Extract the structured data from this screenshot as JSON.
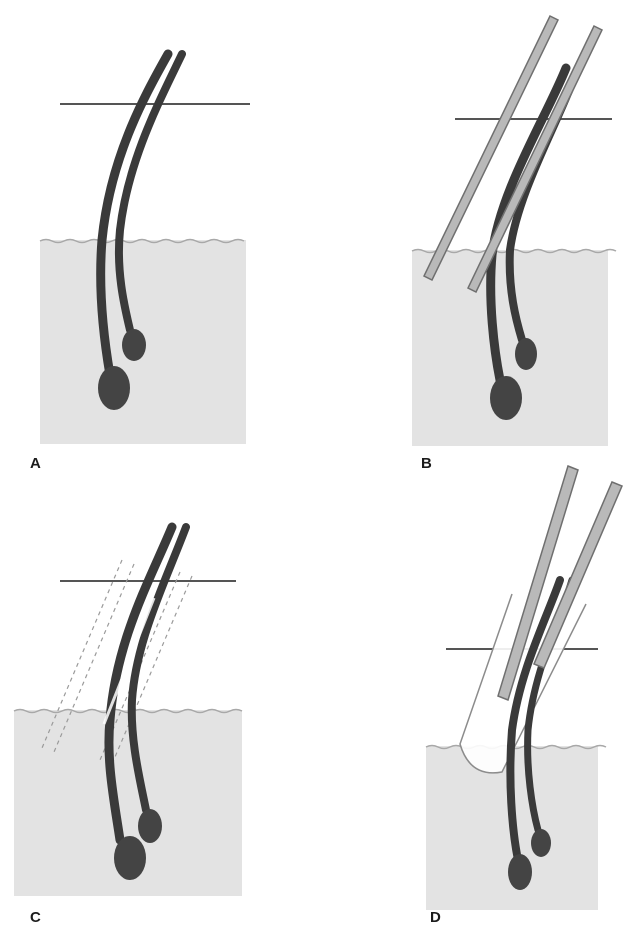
{
  "panels": [
    {
      "label": "A"
    },
    {
      "label": "B"
    },
    {
      "label": "C"
    },
    {
      "label": "D"
    }
  ],
  "colors": {
    "background": "#ffffff",
    "skin": "#e3e3e3",
    "skin_edge": "#a8a8a8",
    "hair_shaft": "#3a3a3a",
    "hair_bulb": "#444444",
    "guide_line": "#555555",
    "forceps_fill": "#b9b9b9",
    "forceps_edge": "#6f6f6f",
    "dashed_outline": "#9a9a9a",
    "tube_outline": "#8c8c8c"
  },
  "icons": [
    "hair-follicle-icon",
    "forceps-icon",
    "skin-block-icon"
  ]
}
